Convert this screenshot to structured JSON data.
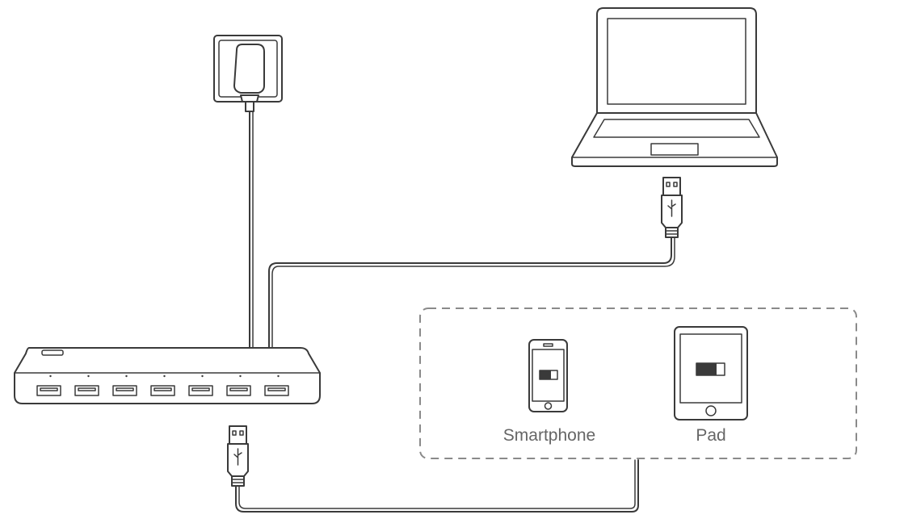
{
  "devices": {
    "smartphone_label": "Smartphone",
    "pad_label": "Pad"
  },
  "colors": {
    "stroke": "#3a3a3a",
    "dash_box": "#8a8a8a",
    "label_text": "#666666",
    "background": "#ffffff"
  },
  "hub": {
    "port_count": 7
  }
}
